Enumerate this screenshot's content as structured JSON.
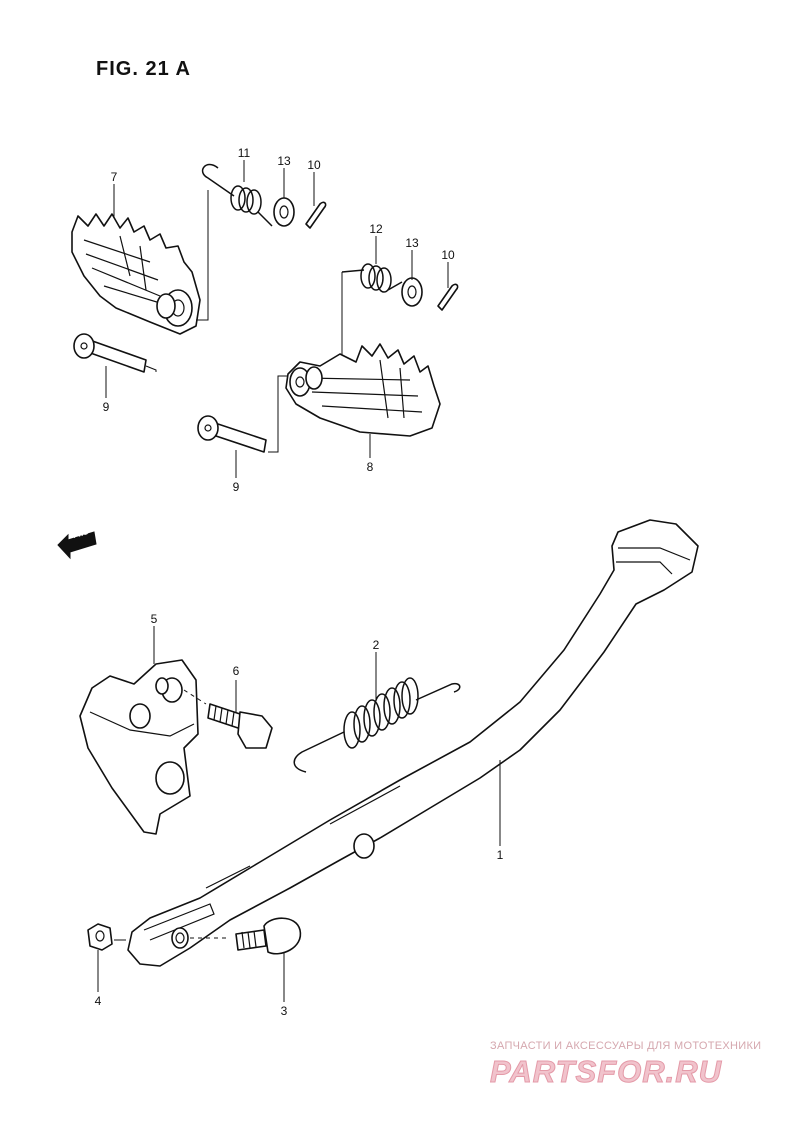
{
  "figure": {
    "title": "FIG. 21 A"
  },
  "direction_arrow": {
    "label": "FWD"
  },
  "callouts": {
    "c1": "1",
    "c2": "2",
    "c3": "3",
    "c4": "4",
    "c5": "5",
    "c6": "6",
    "c7": "7",
    "c8": "8",
    "c9a": "9",
    "c9b": "9",
    "c10a": "10",
    "c10b": "10",
    "c11": "11",
    "c12": "12",
    "c13a": "13",
    "c13b": "13"
  },
  "watermark": {
    "tagline": "ЗАПЧАСТИ И АКСЕССУАРЫ ДЛЯ МОТОТЕХНИКИ",
    "logo": "PARTSFOR.RU"
  }
}
